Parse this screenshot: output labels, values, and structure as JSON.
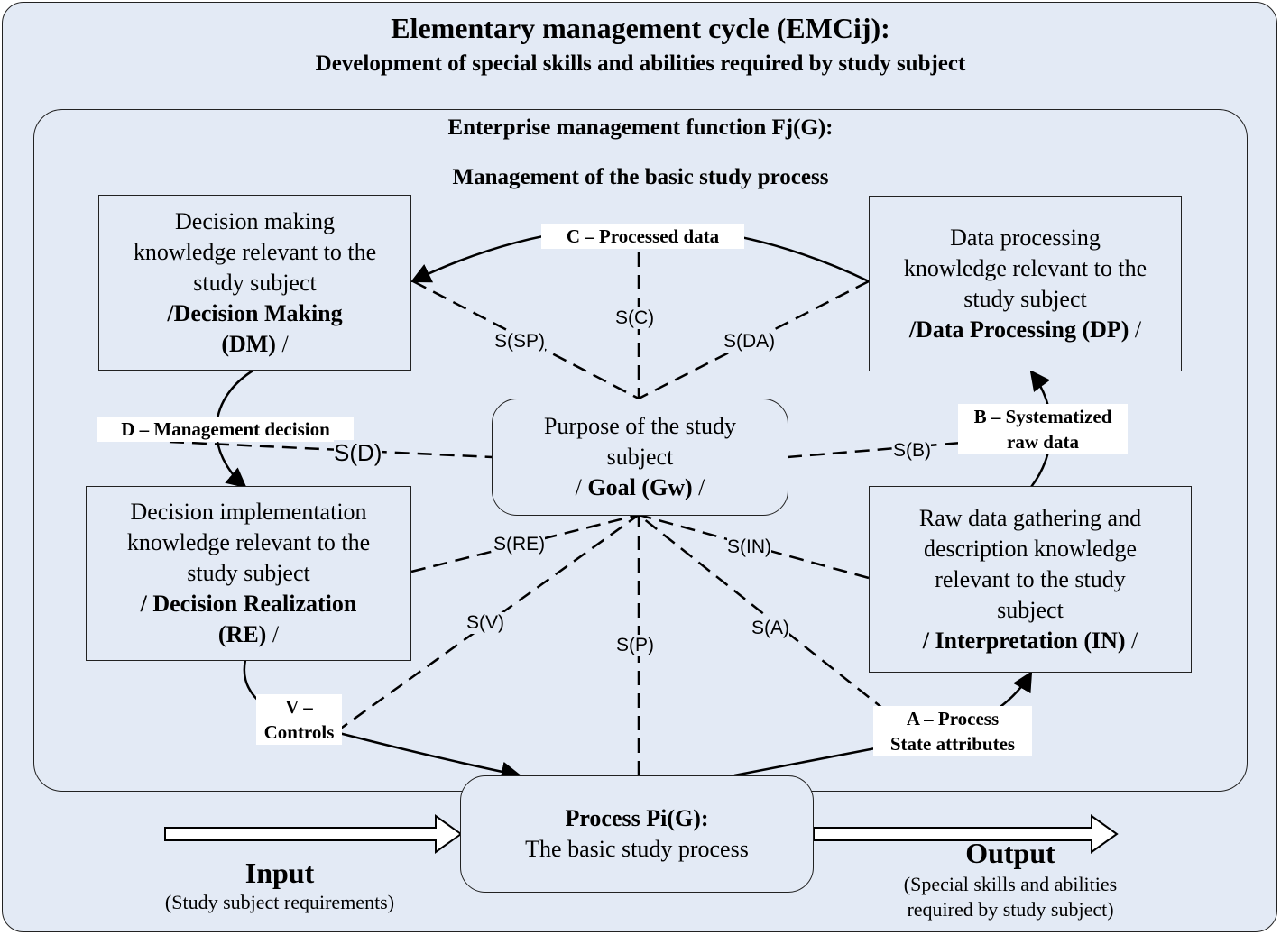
{
  "header": {
    "title": "Elementary management cycle (EMCij):",
    "subtitle": "Development of special skills and abilities required by study subject"
  },
  "function": {
    "title": "Enterprise management function Fj(G):",
    "subtitle": "Management of the basic study process"
  },
  "boxes": {
    "dm": {
      "lines": [
        "Decision making",
        "knowledge relevant to the",
        "study subject"
      ],
      "bold1": "/Decision Making",
      "bold2": "(DM)",
      "tail2": " /"
    },
    "dp": {
      "lines": [
        "Data processing",
        "knowledge relevant to the",
        "study subject"
      ],
      "bold1": "/Data Processing (DP)",
      "tail1": " /"
    },
    "goal": {
      "lines": [
        "Purpose of the study",
        "subject"
      ],
      "pre": "/ ",
      "bold": "Goal (Gw)",
      "tail": " /"
    },
    "re": {
      "lines": [
        "Decision implementation",
        "knowledge relevant to the",
        "study subject"
      ],
      "bold1": "/ Decision Realization",
      "bold2": "(RE)",
      "tail2": " /"
    },
    "in": {
      "lines": [
        "Raw data gathering and",
        "description knowledge",
        "relevant to the study",
        "subject"
      ],
      "bold1": "/ Interpretation (IN)",
      "tail1": " /"
    },
    "process": {
      "bold": "Process  Pi(G):",
      "line": "The basic study process"
    }
  },
  "flows": {
    "c": "C –   Processed data",
    "d": "D – Management decision",
    "b1": "B – Systematized",
    "b2": "raw data",
    "v1": "V –",
    "v2": "Controls",
    "a1": "A – Process",
    "a2": "State  attributes"
  },
  "signals": {
    "sc": "S(C)",
    "ssp": "S(SP)",
    "sda": "S(DA)",
    "sd": "S(D)",
    "sb": "S(B)",
    "sre": "S(RE)",
    "sin": "S(IN)",
    "sv": "S(V)",
    "sp": "S(P)",
    "sa": "S(A)"
  },
  "io": {
    "input": "Input",
    "input_note": "(Study subject requirements)",
    "output": "Output",
    "output_note1": "(Special skills and abilities",
    "output_note2": "required by study subject)"
  },
  "colors": {
    "background": "#e3eaf5",
    "stroke": "#000000",
    "label_bg": "#ffffff"
  }
}
